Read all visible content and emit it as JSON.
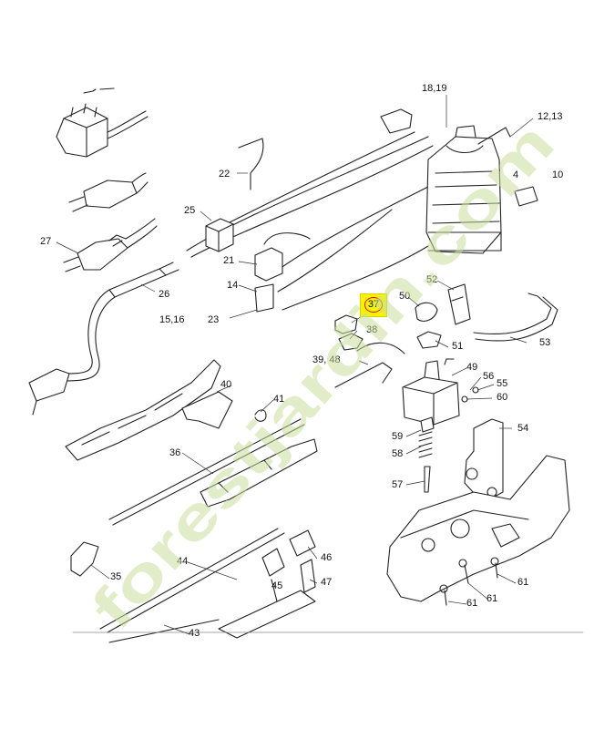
{
  "callouts": [
    {
      "id": "c-18-19",
      "text": "18,19",
      "left": 0,
      "top": 0
    },
    {
      "id": "c-12-13",
      "text": "12,13"
    },
    {
      "id": "c-22",
      "text": "22"
    },
    {
      "id": "c-25",
      "text": "25"
    },
    {
      "id": "c-27",
      "text": "27"
    },
    {
      "id": "c-21",
      "text": "21"
    },
    {
      "id": "c-14",
      "text": "14"
    },
    {
      "id": "c-26",
      "text": "26"
    },
    {
      "id": "c-15-16",
      "text": "15,16"
    },
    {
      "id": "c-23",
      "text": "23"
    },
    {
      "id": "c-52",
      "text": "52"
    },
    {
      "id": "c-50",
      "text": "50"
    },
    {
      "id": "c-37",
      "text": "37"
    },
    {
      "id": "c-38",
      "text": "38"
    },
    {
      "id": "c-51",
      "text": "51"
    },
    {
      "id": "c-53",
      "text": "53"
    },
    {
      "id": "c-39-48",
      "text": "39, 48"
    },
    {
      "id": "c-49",
      "text": "49"
    },
    {
      "id": "c-56",
      "text": "56"
    },
    {
      "id": "c-55",
      "text": "55"
    },
    {
      "id": "c-60",
      "text": "60"
    },
    {
      "id": "c-40",
      "text": "40"
    },
    {
      "id": "c-41",
      "text": "41"
    },
    {
      "id": "c-54",
      "text": "54"
    },
    {
      "id": "c-59",
      "text": "59"
    },
    {
      "id": "c-58",
      "text": "58"
    },
    {
      "id": "c-36",
      "text": "36"
    },
    {
      "id": "c-57",
      "text": "57"
    },
    {
      "id": "c-44",
      "text": "44"
    },
    {
      "id": "c-46",
      "text": "46"
    },
    {
      "id": "c-35",
      "text": "35"
    },
    {
      "id": "c-61a",
      "text": "61"
    },
    {
      "id": "c-47",
      "text": "47"
    },
    {
      "id": "c-45",
      "text": "45"
    },
    {
      "id": "c-61b",
      "text": "61"
    },
    {
      "id": "c-61c",
      "text": "61"
    },
    {
      "id": "c-43",
      "text": "43"
    },
    {
      "id": "c-4",
      "text": "4"
    },
    {
      "id": "c-10",
      "text": "10"
    }
  ],
  "highlight": {
    "text": "37",
    "color": "#f7f300"
  },
  "watermark": {
    "text": "forestjardin.com",
    "color": "#c9de9a"
  }
}
